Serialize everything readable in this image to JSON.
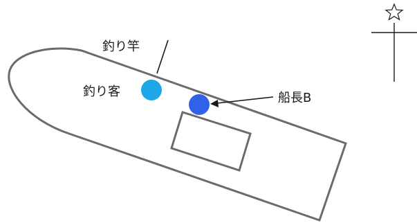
{
  "diagram": {
    "labels": {
      "rod": "釣り竿",
      "angler": "釣り客",
      "captain": "船長B"
    },
    "colors": {
      "hull_stroke": "#6b6b6b",
      "cabin_stroke": "#6b6b6b",
      "angler_fill": "#1ea7e8",
      "captain_fill": "#2f62e8",
      "line": "#1a1a1a",
      "compass": "#1a1a1a"
    },
    "icons": {
      "compass": "star-outline-north-marker",
      "arrow": "arrowhead-left"
    }
  }
}
